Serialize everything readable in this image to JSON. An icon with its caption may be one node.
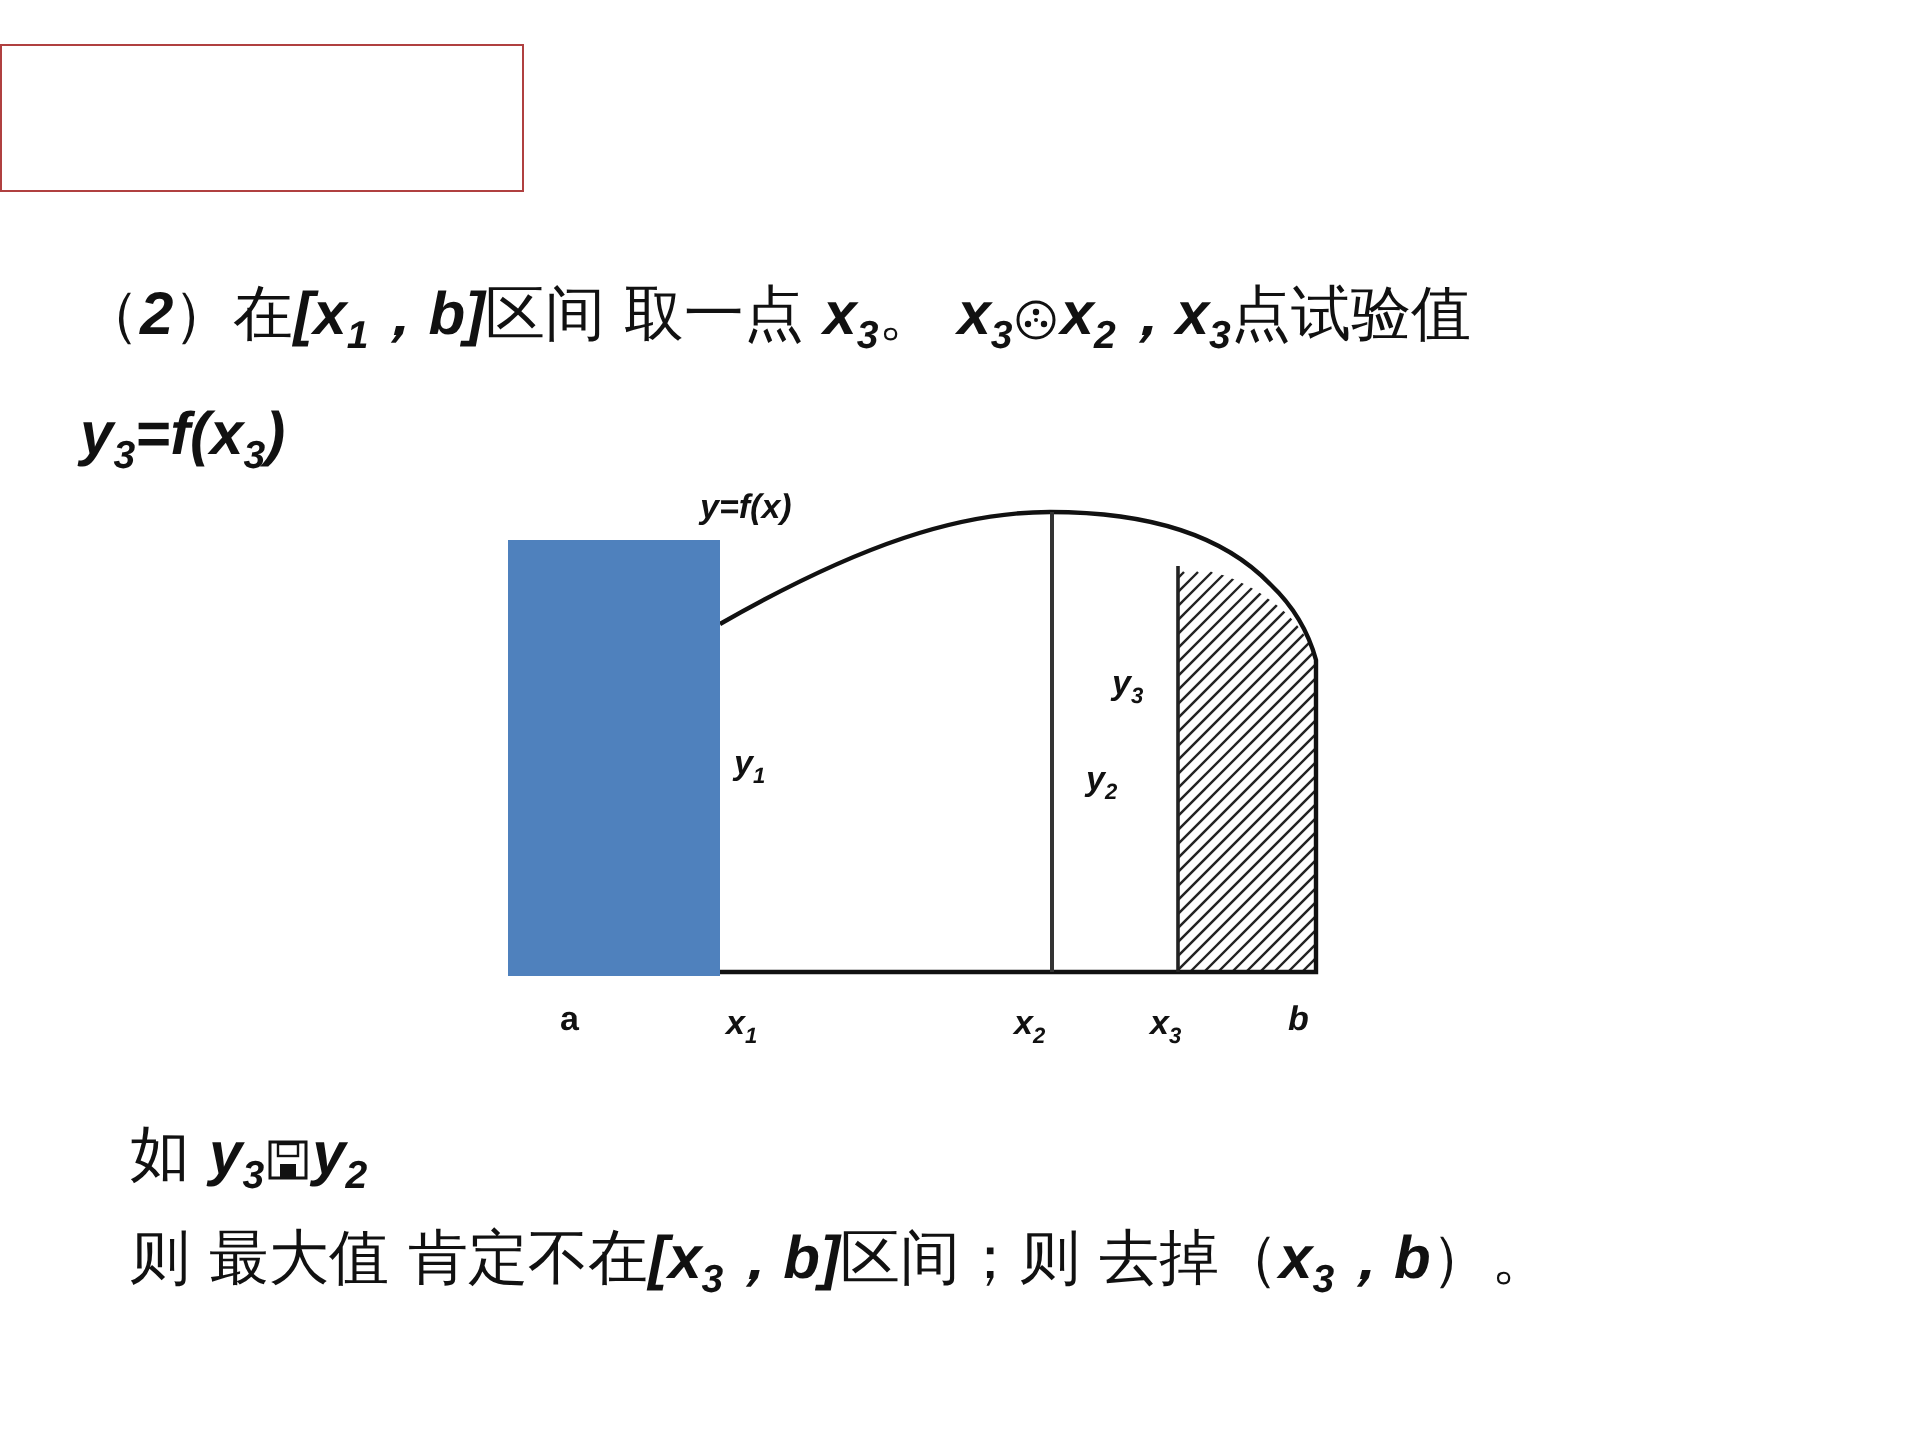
{
  "diagram": {
    "labels": [
      "（**2**）在**[x**$_{1}$**，b]**区间 取一点 **x**$_{3}$。 **x**$_{3}$",
      "**x**$_{2}$**，x**$_{3}$点试验值",
      "**y**$_{3}$**=f(x**$_{3}$**)**",
      "y=f(x)",
      "y$_{3}$",
      "y$_{1}$",
      "y$_{2}$",
      "a",
      "x$_{1}$",
      "x$_{2}$",
      "x$_{3}$",
      "b",
      "如 **y**$_{3}$",
      "**y**$_{2}$",
      "则 最大值 肯定不在**[x**$_{3}$**，b]**区间；则 去掉（**x**$_{3}$**，b**）。"
    ]
  }
}
